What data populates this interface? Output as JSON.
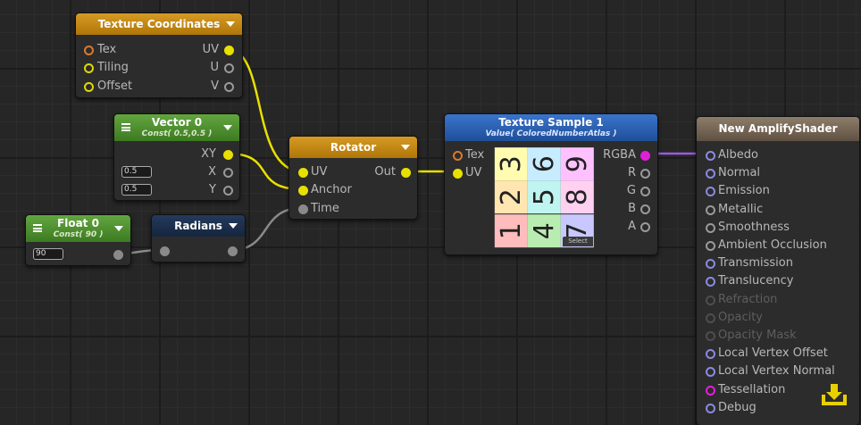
{
  "nodes": {
    "texcoords": {
      "title": "Texture Coordinates",
      "in": [
        "Tex",
        "Tiling",
        "Offset"
      ],
      "out": [
        "UV",
        "U",
        "V"
      ]
    },
    "vector0": {
      "title": "Vector 0",
      "subtitle": "Const( 0.5,0.5 )",
      "out": [
        "XY",
        "X",
        "Y"
      ],
      "x_value": "0.5",
      "y_value": "0.5"
    },
    "float0": {
      "title": "Float 0",
      "subtitle": "Const( 90 )",
      "value": "90"
    },
    "radians": {
      "title": "Radians"
    },
    "rotator": {
      "title": "Rotator",
      "in": [
        "UV",
        "Anchor",
        "Time"
      ],
      "out": [
        "Out"
      ]
    },
    "texsample": {
      "title": "Texture Sample 1",
      "subtitle": "Value( ColoredNumberAtlas )",
      "in": [
        "Tex",
        "UV"
      ],
      "out": [
        "RGBA",
        "R",
        "G",
        "B",
        "A"
      ],
      "select_label": "Select",
      "atlas_numbers": [
        "3",
        "6",
        "9",
        "2",
        "5",
        "8",
        "1",
        "4",
        "7"
      ],
      "atlas_colors": [
        "#fffcb0",
        "#c8ecff",
        "#ffc0ff",
        "#ffe6b0",
        "#bff4f0",
        "#ffd0f0",
        "#ffbcbc",
        "#b8ecb0",
        "#c8c8ff"
      ]
    },
    "output": {
      "title": "New AmplifyShader",
      "in": [
        "Albedo",
        "Normal",
        "Emission",
        "Metallic",
        "Smoothness",
        "Ambient Occlusion",
        "Transmission",
        "Translucency",
        "Refraction",
        "Opacity",
        "Opacity Mask",
        "Local Vertex Offset",
        "Local Vertex Normal",
        "Tessellation",
        "Debug"
      ]
    }
  },
  "colors": {
    "accent_yellow": "#e8e000",
    "accent_magenta": "#e020d8",
    "connector_gray": "#8a8a8a"
  },
  "icons": {
    "node_menu": "hamburger-icon",
    "node_caret": "chevron-down-icon",
    "save": "save-download-icon"
  }
}
